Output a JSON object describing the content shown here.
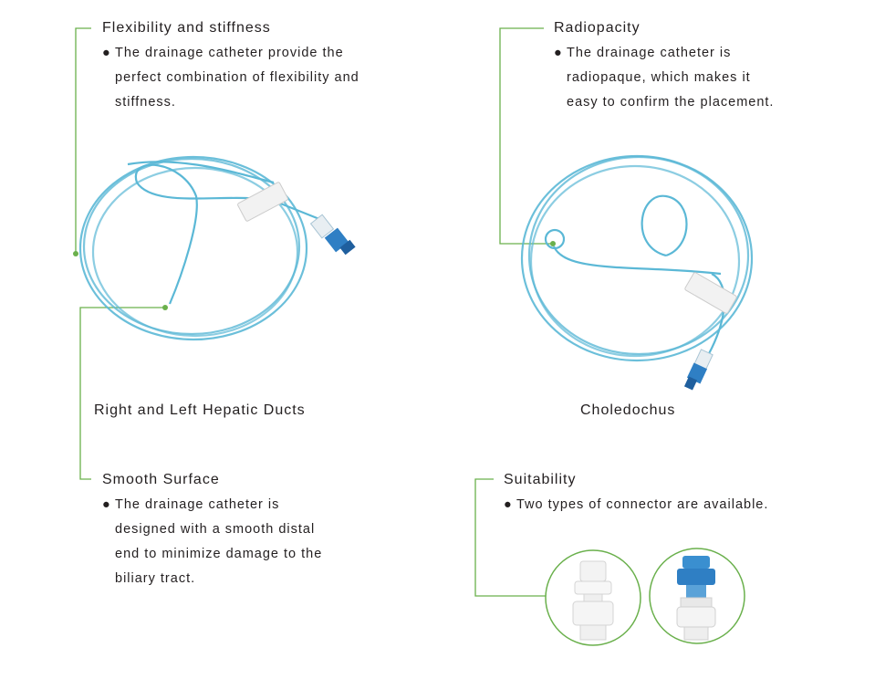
{
  "features": {
    "flexibility": {
      "heading": "Flexibility and stiffness",
      "lines": [
        "The drainage catheter provide the",
        "perfect combination of flexibility and",
        "stiffness."
      ]
    },
    "radiopacity": {
      "heading": "Radiopacity",
      "lines": [
        "The drainage catheter is",
        "radiopaque, which makes it",
        "easy to confirm the placement."
      ]
    },
    "smooth": {
      "heading": "Smooth Surface",
      "lines": [
        "The drainage catheter is",
        "designed with a smooth distal",
        "end to minimize damage to the",
        "biliary tract."
      ]
    },
    "suitability": {
      "heading": "Suitability",
      "lines": [
        "Two types of connector are available."
      ]
    }
  },
  "captions": {
    "left_product": "Right and Left Hepatic Ducts",
    "right_product": "Choledochus"
  },
  "colors": {
    "leader_line": "#6ab04c",
    "catheter": "#5bb8d6",
    "connector_blue": "#2f7fc4"
  },
  "bullet_glyph": "●"
}
